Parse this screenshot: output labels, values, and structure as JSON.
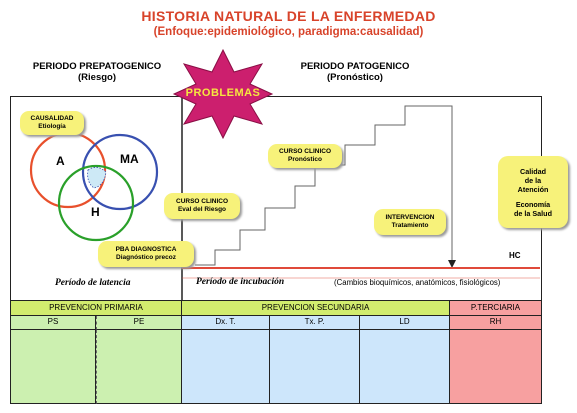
{
  "title": "HISTORIA NATURAL DE LA ENFERMEDAD",
  "subtitle": "(Enfoque:epidemiológico, paradigma:causalidad)",
  "periods": {
    "prepatogenico": {
      "title": "PERIODO PREPATOGENICO",
      "sub": "(Riesgo)"
    },
    "patogenico": {
      "title": "PERIODO PATOGENICO",
      "sub": "(Pronóstico)"
    }
  },
  "problemas": "PROBLEMAS",
  "venn": {
    "a": "A",
    "ma": "MA",
    "h": "H"
  },
  "callouts": {
    "causalidad": {
      "title": "CAUSALIDAD",
      "sub": "Etiología"
    },
    "curso_riesgo": {
      "title": "CURSO CLINICO",
      "sub": "Eval del Riesgo"
    },
    "pba": {
      "title": "PBA DIAGNOSTICA",
      "sub": "Diagnóstico precoz"
    },
    "curso_pronostico": {
      "title": "CURSO CLINICO",
      "sub": "Pronóstico"
    },
    "intervencion": {
      "title": "INTERVENCION",
      "sub": "Tratamiento"
    },
    "calidad": {
      "l1": "Calidad",
      "l2": "de la",
      "l3": "Atención",
      "l4": "Economía",
      "l5": "de la Salud"
    }
  },
  "hc": "HC",
  "latencia": "Período de latencia",
  "incubacion": "Período de incubación",
  "cambios": "(Cambios bioquímicos, anatómicos, fisiológicos)",
  "prevention": {
    "primaria": "PREVENCION PRIMARIA",
    "secundaria": "PREVENCION SECUNDARIA",
    "terciaria": "P.TERCIARIA",
    "cols": [
      "PS",
      "PE",
      "Dx. T.",
      "Tx. P.",
      "LD",
      "RH"
    ]
  },
  "colors": {
    "title": "#d8432a",
    "starburst": "#cc1f6e",
    "problemas_text": "#f5e640",
    "callout": "#f7f27a",
    "green_light": "#ccf0b0",
    "green_band": "#d2ec6e",
    "blue_light": "#cde6fb",
    "pink": "#f7a0a0",
    "red_line": "#e04a3a",
    "circle_a": "#e8502c",
    "circle_ma": "#3850b0",
    "circle_h": "#2aa02a"
  }
}
